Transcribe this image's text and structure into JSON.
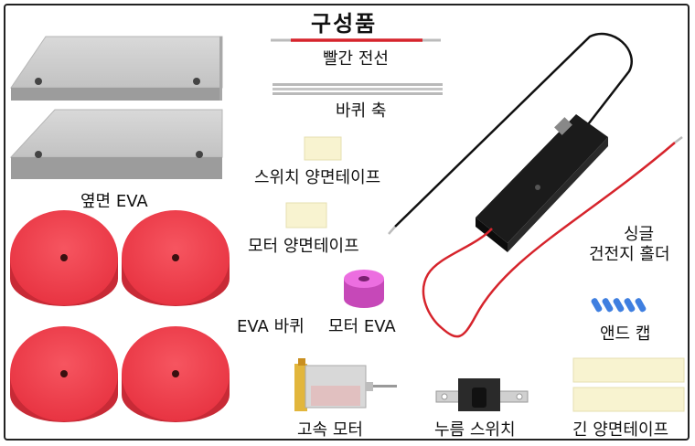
{
  "title": "구성품",
  "labels": {
    "red_wire": "빨간 전선",
    "wheel_axle": "바퀴 축",
    "switch_tape": "스위치 양면테이프",
    "side_eva": "옆면 EVA",
    "motor_tape": "모터 양면테이프",
    "eva_wheel": "EVA 바퀴",
    "motor_eva": "모터 EVA",
    "battery_holder_line1": "싱글",
    "battery_holder_line2": "건전지 홀더",
    "end_cap": "앤드 캡",
    "motor": "고속 모터",
    "push_switch": "누름 스위치",
    "long_tape": "긴 양면테이프"
  },
  "colors": {
    "eva_wheel": "#f0404c",
    "side_eva": "#c8c8c8",
    "wire_red": "#d6242c",
    "motor_eva": "#e85fd6",
    "tape": "#f8f3d0",
    "end_cap": "#3f7fe0"
  }
}
